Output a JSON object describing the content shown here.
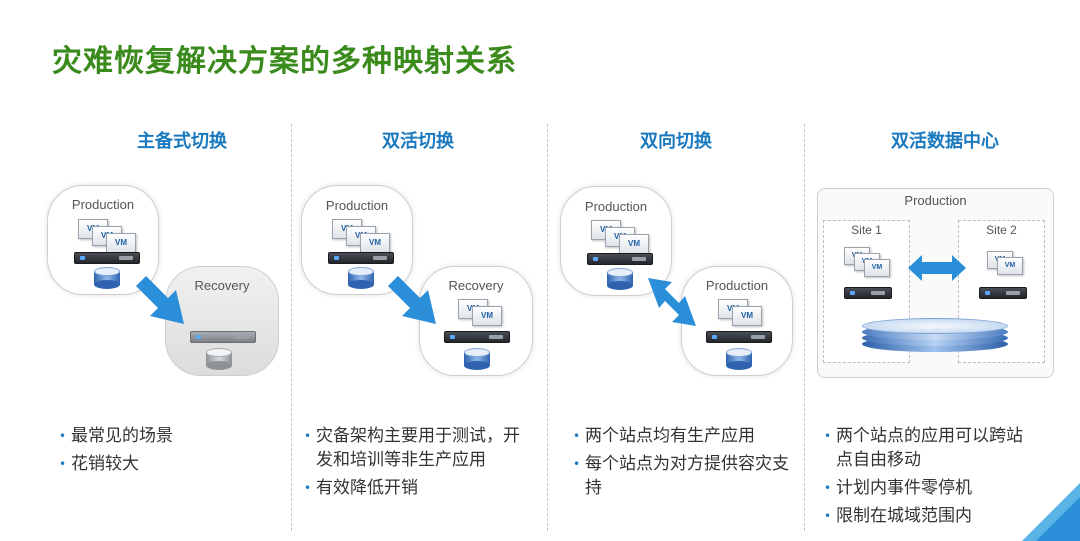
{
  "title": "灾难恢复解决方案的多种映射关系",
  "vm_label": "VM",
  "columns": [
    {
      "title": "主备式切换",
      "cloud_a": "Production",
      "cloud_b": "Recovery",
      "bullets": [
        "最常见的场景",
        "花销较大"
      ]
    },
    {
      "title": "双活切换",
      "cloud_a": "Production",
      "cloud_b": "Recovery",
      "bullets": [
        "灾备架构主要用于测试，开发和培训等非生产应用",
        "有效降低开销"
      ]
    },
    {
      "title": "双向切换",
      "cloud_a": "Production",
      "cloud_b": "Production",
      "bullets": [
        "两个站点均有生产应用",
        "每个站点为对方提供容灾支持"
      ]
    },
    {
      "title": "双活数据中心",
      "box_label": "Production",
      "site1": "Site 1",
      "site2": "Site 2",
      "bullets": [
        "两个站点的应用可以跨站点自由移动",
        "计划内事件零停机",
        "限制在城域范围内"
      ]
    }
  ],
  "colors": {
    "title": "#3a8a1c",
    "accent": "#1b79bf",
    "arrow": "#2a8fd8"
  }
}
